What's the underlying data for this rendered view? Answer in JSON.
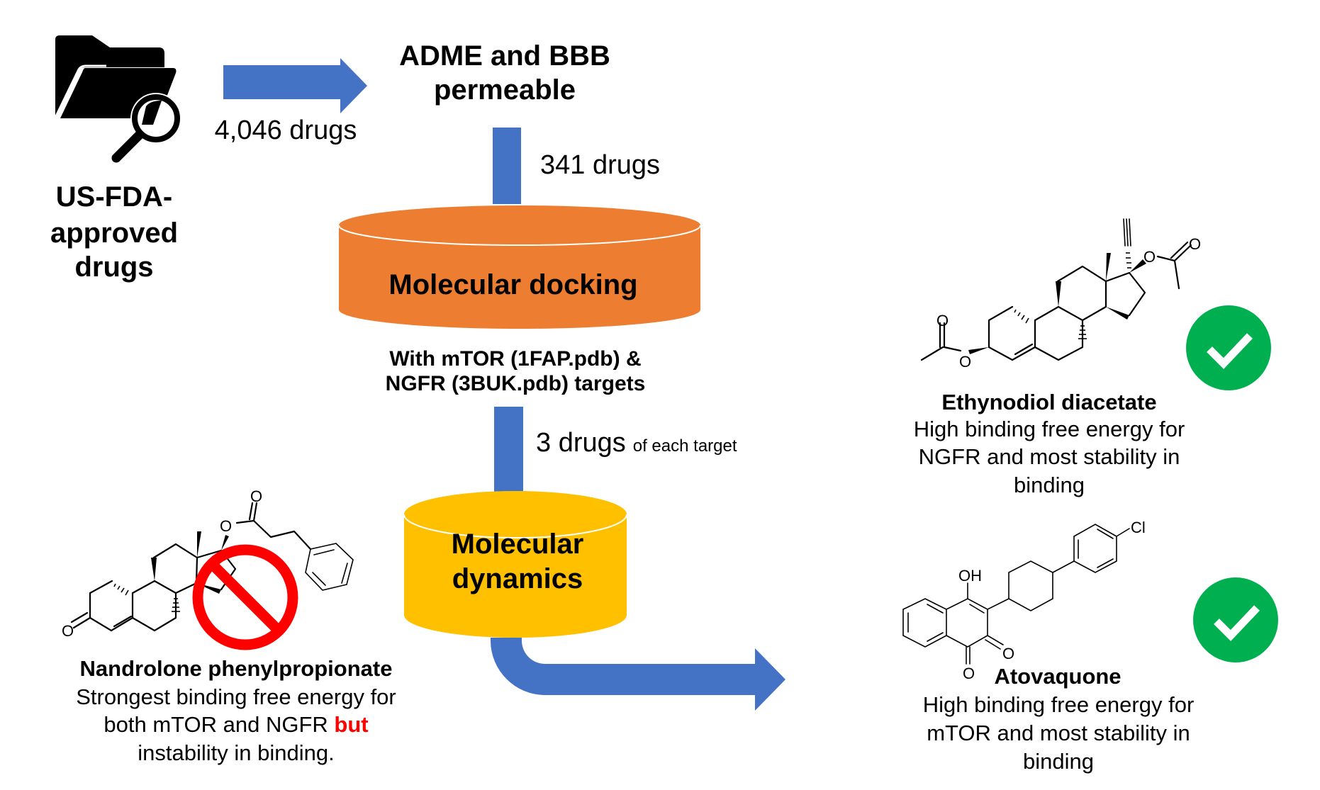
{
  "colors": {
    "flow_blue": "#4472C4",
    "docking_orange": "#ED7D31",
    "dynamics_yellow": "#FFC000",
    "approve_green": "#00B050",
    "reject_red": "#FF0000",
    "text": "#000000"
  },
  "source": {
    "icon": "folder-search-icon",
    "label_lines": [
      "US-FDA-",
      "approved",
      "drugs"
    ]
  },
  "step1": {
    "arrow_label": "4,046 drugs",
    "title_lines": [
      "ADME and BBB",
      "permeable"
    ]
  },
  "step2": {
    "connector_label": "341 drugs",
    "stage_title": "Molecular docking",
    "stage_note_lines": [
      "With mTOR (1FAP.pdb) &",
      "NGFR (3BUK.pdb) targets"
    ]
  },
  "step3": {
    "connector_label_main": "3 drugs",
    "connector_label_sub": "of each target",
    "stage_title_lines": [
      "Molecular",
      "dynamics"
    ]
  },
  "results": {
    "rejected": {
      "name": "Nandrolone phenylpropionate",
      "status_icon": "prohibited-icon",
      "desc_line1": "Strongest binding free energy for",
      "desc_line2_pre": "both mTOR and NGFR ",
      "desc_line2_emph": "but",
      "desc_line3": "instability in binding.",
      "atoms": {
        "ketone_o": "O",
        "ester_o": "O",
        "carbonyl_o": "O"
      }
    },
    "approved": [
      {
        "name": "Ethynodiol diacetate",
        "status_icon": "check-circle-icon",
        "desc_lines": [
          "High binding free energy for",
          "NGFR and most stability in",
          "binding"
        ],
        "atoms": {
          "o1": "O",
          "o2": "O",
          "o3": "O",
          "o4": "O"
        }
      },
      {
        "name": "Atovaquone",
        "status_icon": "check-circle-icon",
        "desc_lines": [
          "High binding free energy for",
          "mTOR and most stability in",
          "binding"
        ],
        "atoms": {
          "hydroxyl": "OH",
          "chloro": "Cl",
          "o1": "O",
          "o2": "O"
        }
      }
    ]
  }
}
